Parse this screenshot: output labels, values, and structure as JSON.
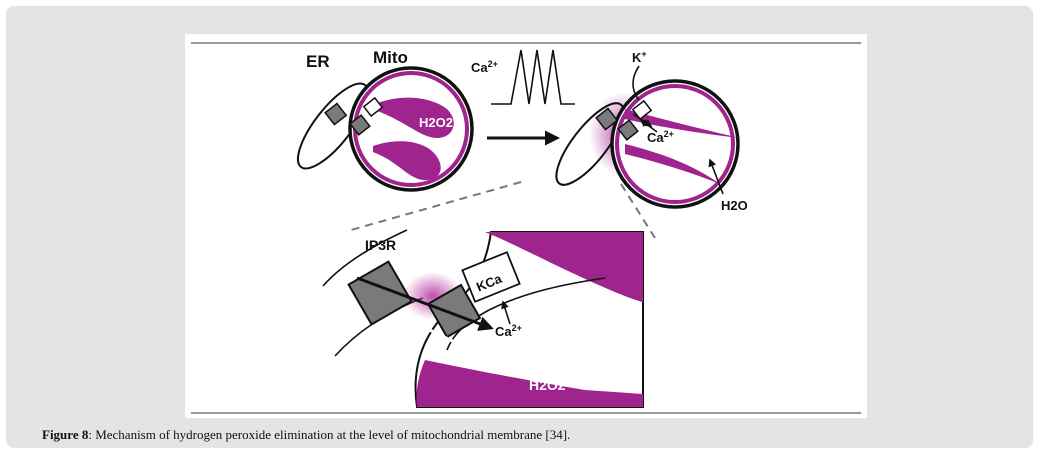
{
  "figure": {
    "labels": {
      "er": "ER",
      "mito": "Mito",
      "ca_spikes": "Ca",
      "ca_sup": "2+",
      "h2o2_top": "H2O2",
      "k_ion": "K",
      "k_sup": "+",
      "ca_right": "Ca",
      "ca_right_sup": "2+",
      "h2o": "H2O",
      "ip3r": "IP3R",
      "kca": "KCa",
      "ca_zoom": "Ca",
      "ca_zoom_sup": "2+",
      "h2o2_zoom": "H2O2"
    },
    "colors": {
      "magenta": "#a0248e",
      "gray_channel": "#7a7a7a",
      "outline": "#111111",
      "caption_bg": "#e4e4e4"
    }
  },
  "caption": {
    "label": "Figure 8",
    "text": ": Mechanism of hydrogen peroxide elimination at the level of mitochondrial membrane [34]."
  }
}
